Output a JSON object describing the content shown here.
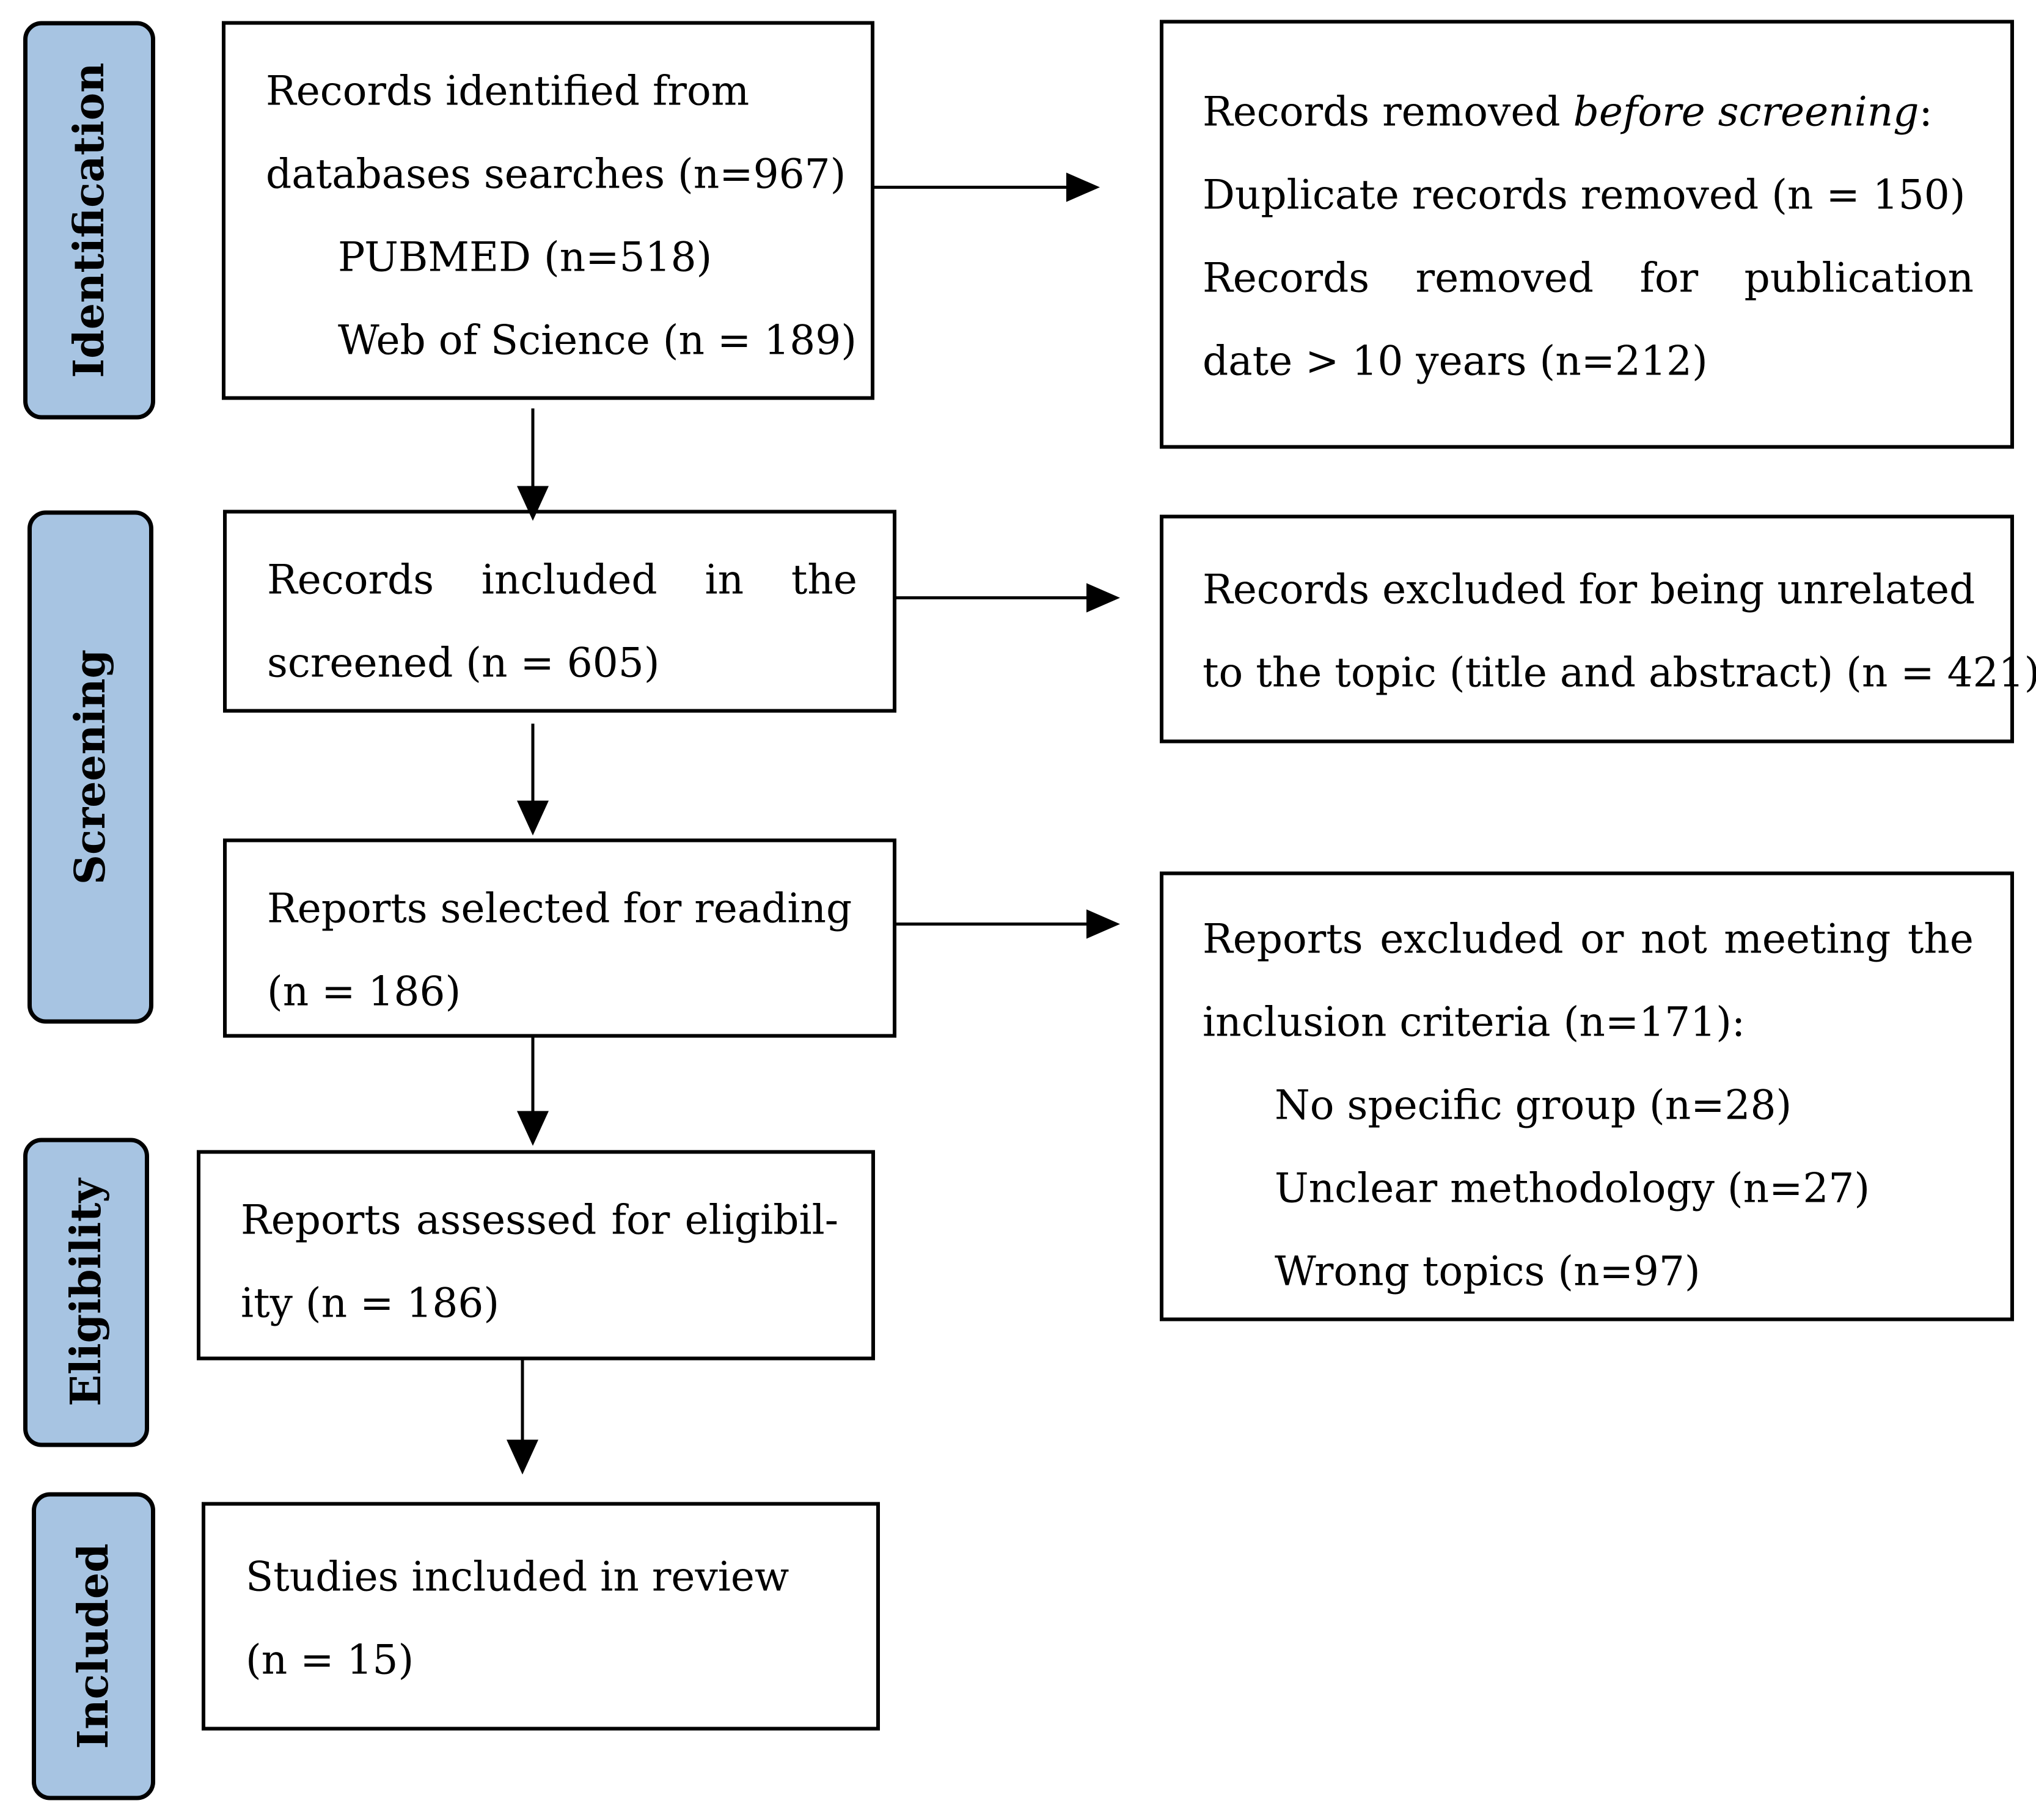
{
  "phases": {
    "identification": "Identification",
    "screening": "Screening",
    "eligibility": "Eligibility",
    "included": "Included"
  },
  "identified": {
    "line1": "Records identified from",
    "line2": "databases searches (n=967)",
    "line3": "PUBMED (n=518)",
    "line4": "Web of Science (n = 189)"
  },
  "removed": {
    "line1a": "Records removed ",
    "line1b": "before screening",
    "line1c": ":",
    "line2": "Duplicate records removed (n = 150)",
    "line3_words": [
      "Records",
      "removed",
      "for",
      "publication"
    ],
    "line4": "date > 10 years (n=212)"
  },
  "screened": {
    "line1_words": [
      "Records",
      "included",
      "in",
      "the"
    ],
    "line2": "screened (n = 605)"
  },
  "excluded_topic": {
    "line1": "Records excluded for being unrelated",
    "line2": "to the topic (title and abstract) (n = 421)"
  },
  "selected": {
    "line1": "Reports selected for reading",
    "line2": "(n = 186)"
  },
  "reports_excluded": {
    "line1_words": [
      "Reports",
      "excluded",
      "or",
      "not",
      "meeting",
      "the"
    ],
    "line2": "inclusion criteria (n=171):",
    "line3": "No specific group (n=28)",
    "line4": "Unclear methodology (n=27)",
    "line5": "Wrong topics (n=97)"
  },
  "assessed": {
    "line1_words": [
      "Reports",
      "assessed",
      "for",
      "eligibil-"
    ],
    "line2": "ity (n = 186)"
  },
  "included_box": {
    "line1": "Studies included in review",
    "line2": "(n = 15)"
  },
  "colors": {
    "phase_fill": "#a7c4e2",
    "stroke": "#000000"
  }
}
